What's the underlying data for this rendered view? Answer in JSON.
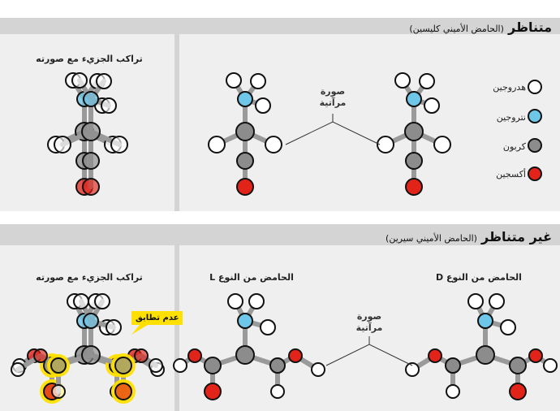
{
  "top": {
    "title": "متناظر",
    "subtitle": "(الحامض الأميني كليسين)",
    "mirror_label_1": "صورة",
    "mirror_label_2": "مرآتية",
    "overlay_label": "تراكب الجزيء مع صورته",
    "legend": [
      {
        "label": "هدروجين",
        "color": "#ffffff"
      },
      {
        "label": "نتروجين",
        "color": "#6ec6e8"
      },
      {
        "label": "كربون",
        "color": "#8c8c8c"
      },
      {
        "label": "أكسجين",
        "color": "#e2231a"
      }
    ]
  },
  "bottom": {
    "title": "غير متناظر",
    "subtitle": "(الحامض الأميني سيرين)",
    "mirror_label_1": "صورة",
    "mirror_label_2": "مرآتية",
    "overlay_label": "تراكب الجزيء مع صورته",
    "d_label": "الحامض من النوع D",
    "l_label": "الحامض من النوع L",
    "mismatch": "عدم تطابق"
  },
  "colors": {
    "hydrogen": "#ffffff",
    "nitrogen": "#6ec6e8",
    "carbon": "#8c8c8c",
    "oxygen": "#e2231a",
    "highlight": "#ffe000"
  }
}
